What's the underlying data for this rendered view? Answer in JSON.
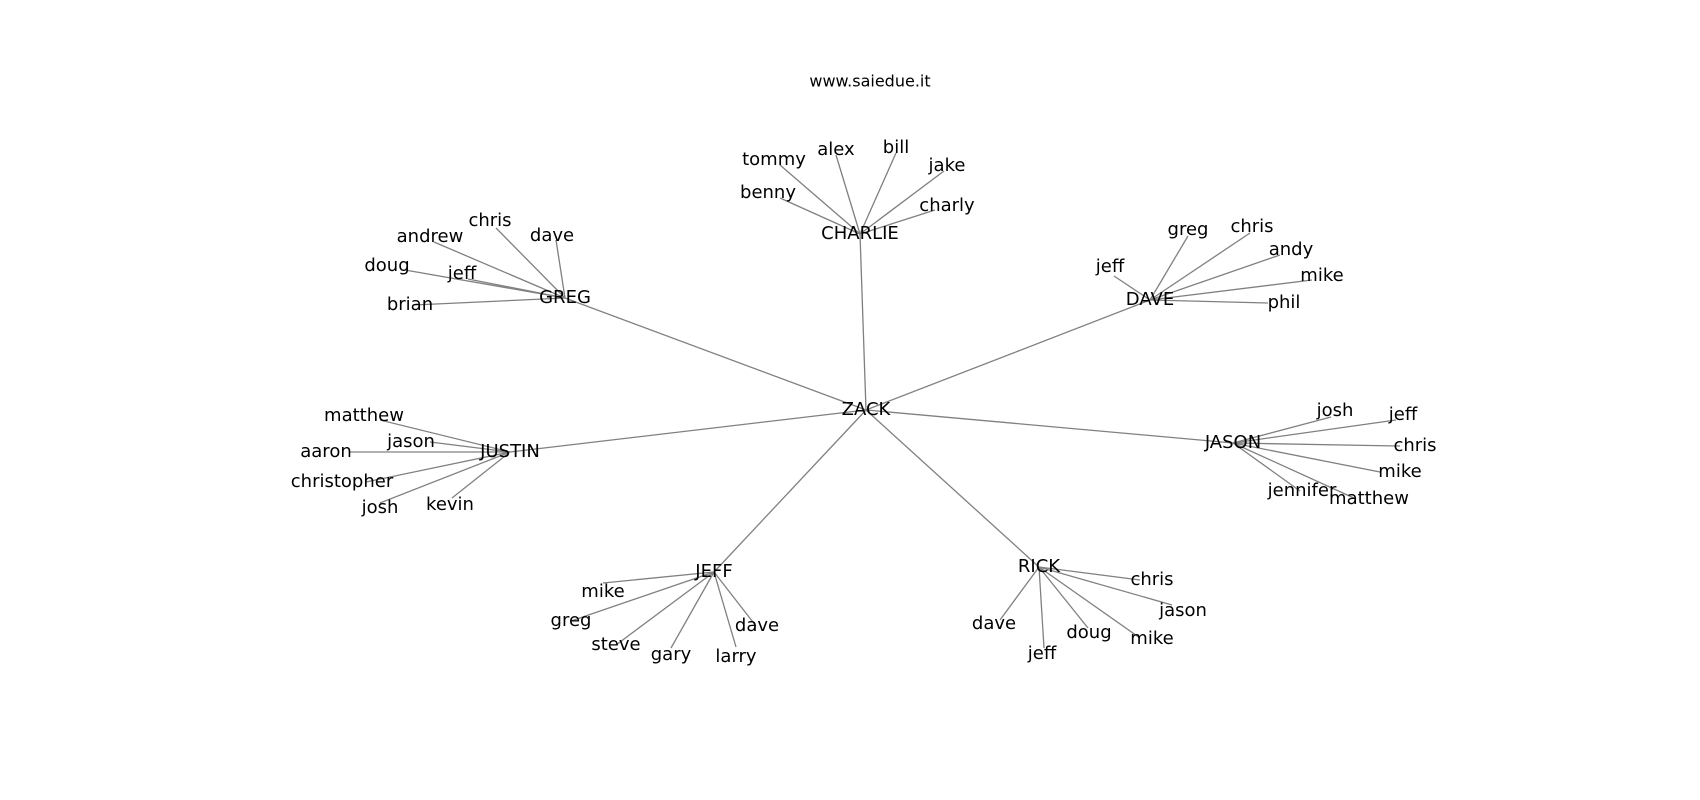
{
  "caption": "www.saiedue.it",
  "root": "ZACK",
  "hubs": [
    {
      "name": "CHARLIE",
      "leaves": [
        "tommy",
        "alex",
        "bill",
        "jake",
        "benny",
        "charly"
      ]
    },
    {
      "name": "GREG",
      "leaves": [
        "chris",
        "andrew",
        "dave",
        "doug",
        "jeff",
        "brian"
      ]
    },
    {
      "name": "DAVE",
      "leaves": [
        "greg",
        "chris",
        "andy",
        "jeff",
        "mike",
        "phil"
      ]
    },
    {
      "name": "JUSTIN",
      "leaves": [
        "matthew",
        "jason",
        "aaron",
        "christopher",
        "josh",
        "kevin"
      ]
    },
    {
      "name": "JASON",
      "leaves": [
        "josh",
        "jeff",
        "chris",
        "mike",
        "jennifer",
        "matthew"
      ]
    },
    {
      "name": "JEFF",
      "leaves": [
        "mike",
        "greg",
        "steve",
        "gary",
        "larry",
        "dave"
      ]
    },
    {
      "name": "RICK",
      "leaves": [
        "chris",
        "jason",
        "dave",
        "doug",
        "mike",
        "jeff"
      ]
    }
  ]
}
